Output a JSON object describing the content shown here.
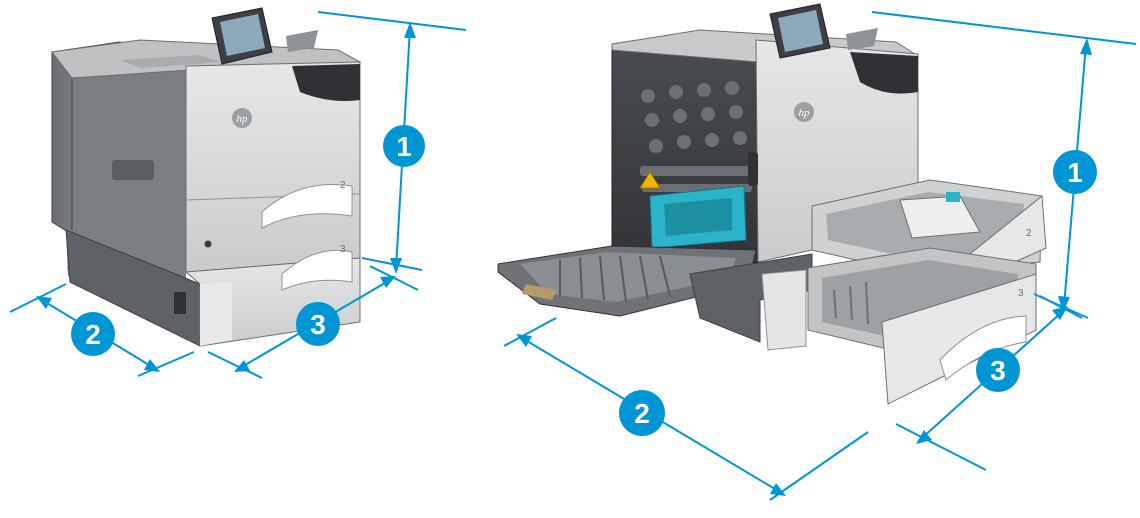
{
  "colors": {
    "accent": "#0096d6",
    "callout_fill": "#0096d6",
    "callout_text": "#ffffff",
    "printer_body": "#d9dadb",
    "printer_dark": "#5c5f63",
    "printer_shadow": "#8e9196",
    "teal_parts": "#2ab3c9",
    "warning": "#f5b400"
  },
  "figures": [
    {
      "name": "printer-closed",
      "callouts": [
        "1",
        "2",
        "3"
      ],
      "logo": "hp",
      "tray_numbers": [
        "2",
        "3"
      ]
    },
    {
      "name": "printer-open",
      "callouts": [
        "1",
        "2",
        "3"
      ],
      "logo": "hp",
      "tray_numbers": [
        "2",
        "3"
      ]
    }
  ]
}
